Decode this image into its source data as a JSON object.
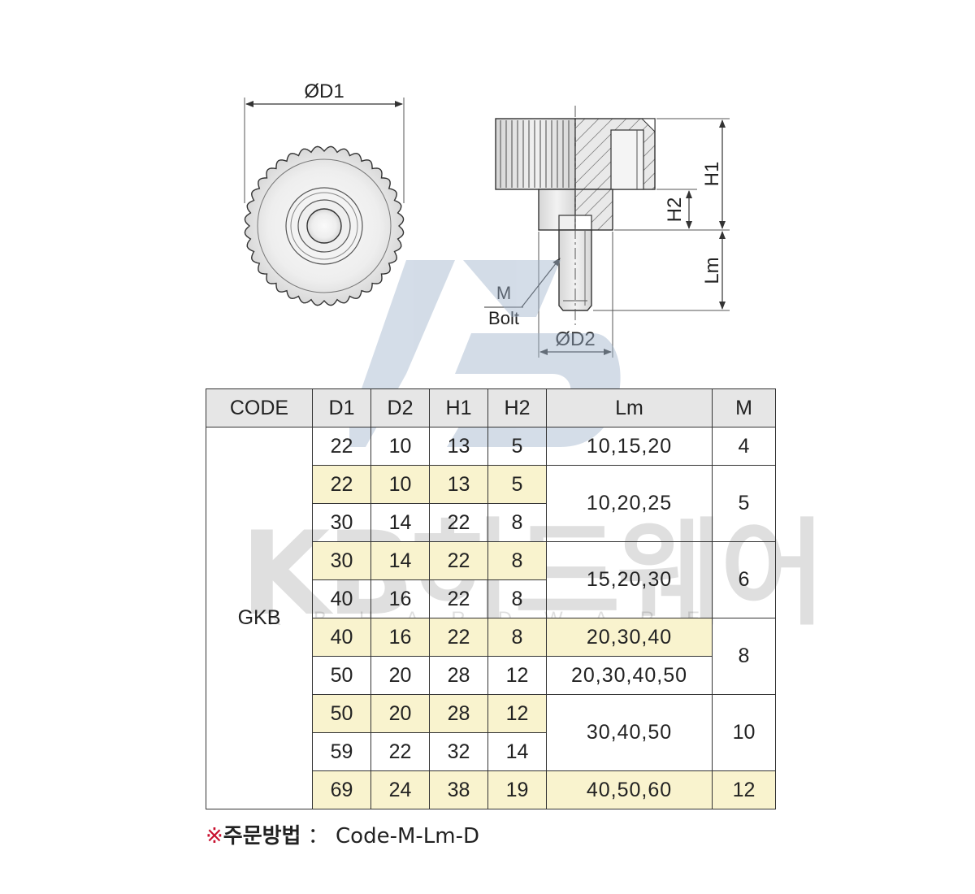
{
  "drawing": {
    "front_view": {
      "dimension_label": "ØD1"
    },
    "side_view": {
      "h1_label": "H1",
      "h2_label": "H2",
      "lm_label": "Lm",
      "d2_label": "ØD2",
      "bolt_label_m": "M",
      "bolt_label_bolt": "Bolt"
    }
  },
  "watermark": {
    "main_text": "KB하드웨어",
    "sub_text": "KBHARDWARE"
  },
  "table": {
    "headers": [
      "CODE",
      "D1",
      "D2",
      "H1",
      "H2",
      "Lm",
      "M"
    ],
    "code": "GKB",
    "rows": [
      {
        "d1": "22",
        "d2": "10",
        "h1": "13",
        "h2": "5"
      },
      {
        "d1": "22",
        "d2": "10",
        "h1": "13",
        "h2": "5"
      },
      {
        "d1": "30",
        "d2": "14",
        "h1": "22",
        "h2": "8"
      },
      {
        "d1": "30",
        "d2": "14",
        "h1": "22",
        "h2": "8"
      },
      {
        "d1": "40",
        "d2": "16",
        "h1": "22",
        "h2": "8"
      },
      {
        "d1": "40",
        "d2": "16",
        "h1": "22",
        "h2": "8"
      },
      {
        "d1": "50",
        "d2": "20",
        "h1": "28",
        "h2": "12"
      },
      {
        "d1": "50",
        "d2": "20",
        "h1": "28",
        "h2": "12"
      },
      {
        "d1": "59",
        "d2": "22",
        "h1": "32",
        "h2": "14"
      },
      {
        "d1": "69",
        "d2": "24",
        "h1": "38",
        "h2": "19"
      }
    ],
    "lm_groups": [
      "10,15,20",
      "10,20,25",
      "15,20,30",
      "20,30,40",
      "20,30,40,50",
      "30,40,50",
      "40,50,60"
    ],
    "m_groups": [
      "4",
      "5",
      "6",
      "8",
      "10",
      "12"
    ]
  },
  "order_note": {
    "mark": "※",
    "label": "주문방법",
    "separator": "：",
    "format": "Code-M-Lm-D"
  },
  "colors": {
    "highlight_row": "#f9f3ce",
    "header_bg": "#e6e6e6",
    "note_mark": "#c8102e",
    "watermark_blue": "#9fb3cc"
  }
}
